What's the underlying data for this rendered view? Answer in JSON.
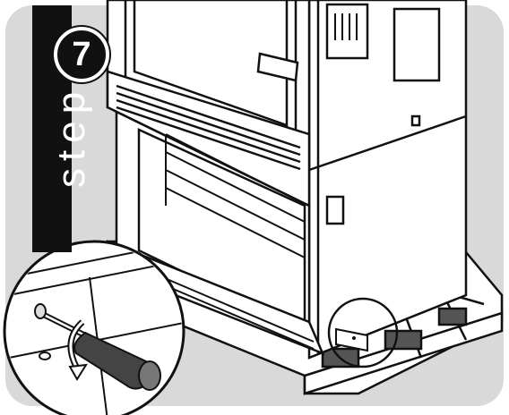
{
  "step": {
    "label": "step",
    "number": "7"
  },
  "icons": {
    "oven": "double-wall-oven",
    "pallet": "shipping-pallet",
    "screwdriver": "screwdriver-icon",
    "rotation": "rotate-arrow-icon"
  },
  "colors": {
    "background": "#d9d9d9",
    "step_badge": "#111111"
  }
}
